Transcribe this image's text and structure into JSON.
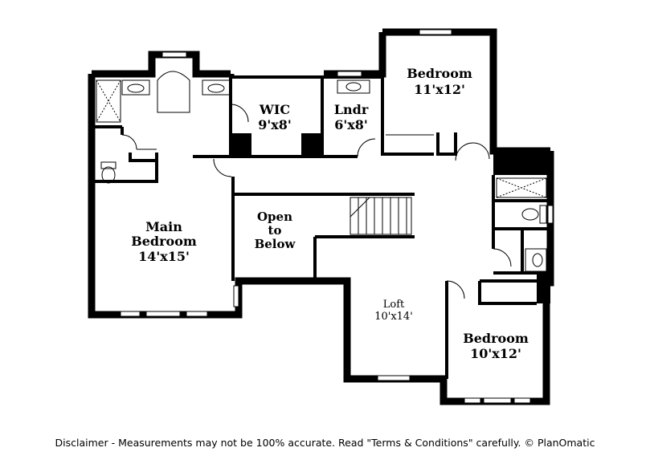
{
  "rooms": {
    "main_bedroom": {
      "name_line1": "Main",
      "name_line2": "Bedroom",
      "dims": "14'x15'"
    },
    "wic": {
      "name": "WIC",
      "dims": "9'x8'"
    },
    "laundry": {
      "name": "Lndr",
      "dims": "6'x8'"
    },
    "bedroom_upper": {
      "name": "Bedroom",
      "dims": "11'x12'"
    },
    "open_to_below": {
      "line1": "Open",
      "line2": "to",
      "line3": "Below"
    },
    "loft": {
      "name": "Loft",
      "dims": "10'x14'"
    },
    "bedroom_lower": {
      "name": "Bedroom",
      "dims": "10'x12'"
    }
  },
  "disclaimer": "Disclaimer - Measurements may not be 100% accurate. Read \"Terms & Conditions\" carefully. © PlanOmatic"
}
